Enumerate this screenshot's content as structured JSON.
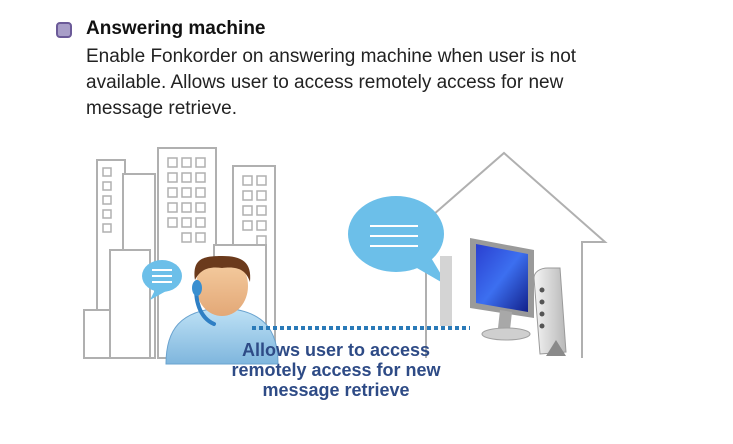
{
  "feature": {
    "title": "Answering machine",
    "description_lines": [
      "Enable Fonkorder on answering machine when user is not",
      "available. Allows user to access remotely access for new",
      "message retrieve."
    ]
  },
  "illustration": {
    "caption_lines": [
      "Allows user to access",
      "remotely access for new",
      "message retrieve"
    ]
  },
  "colors": {
    "accent": "#2e4b86",
    "bullet": "#a89ec8",
    "bubble": "#6cbfe9",
    "connection": "#2a7ab8",
    "outline": "#b0b0b0"
  }
}
